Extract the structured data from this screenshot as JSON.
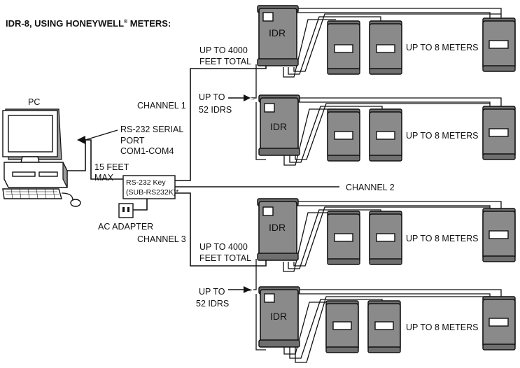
{
  "title": {
    "main": "IDR-8, USING HONEYWELL",
    "registered": "®",
    "suffix": " METERS:"
  },
  "pc": {
    "label": "PC"
  },
  "serial": {
    "line1": "RS-232 SERIAL",
    "line2": "PORT",
    "line3": "COM1-COM4",
    "max_line1": "15 FEET",
    "max_line2": "MAX"
  },
  "key_box": {
    "line1": "RS-232 Key",
    "line2": "(SUB-RS232K)*"
  },
  "adapter": {
    "label": "AC ADAPTER"
  },
  "channels": {
    "ch1": "CHANNEL 1",
    "ch2": "CHANNEL 2",
    "ch3": "CHANNEL 3"
  },
  "distance": {
    "top_line1": "UP TO 4000",
    "top_line2": "FEET TOTAL",
    "bottom_line1": "UP TO 4000",
    "bottom_line2": "FEET TOTAL"
  },
  "idr_count": {
    "top_line1": "UP TO",
    "top_line2": "52 IDRS",
    "bottom_line1": "UP TO",
    "bottom_line2": "52 IDRS"
  },
  "groups": [
    {
      "idr_label": "IDR",
      "meters_label": "UP TO 8 METERS"
    },
    {
      "idr_label": "IDR",
      "meters_label": "UP TO 8 METERS"
    },
    {
      "idr_label": "IDR",
      "meters_label": "UP TO 8 METERS"
    },
    {
      "idr_label": "IDR",
      "meters_label": "UP TO 8 METERS"
    }
  ],
  "icons": {
    "wire_break": "approx-icon",
    "arrow": "arrow-right-icon"
  }
}
